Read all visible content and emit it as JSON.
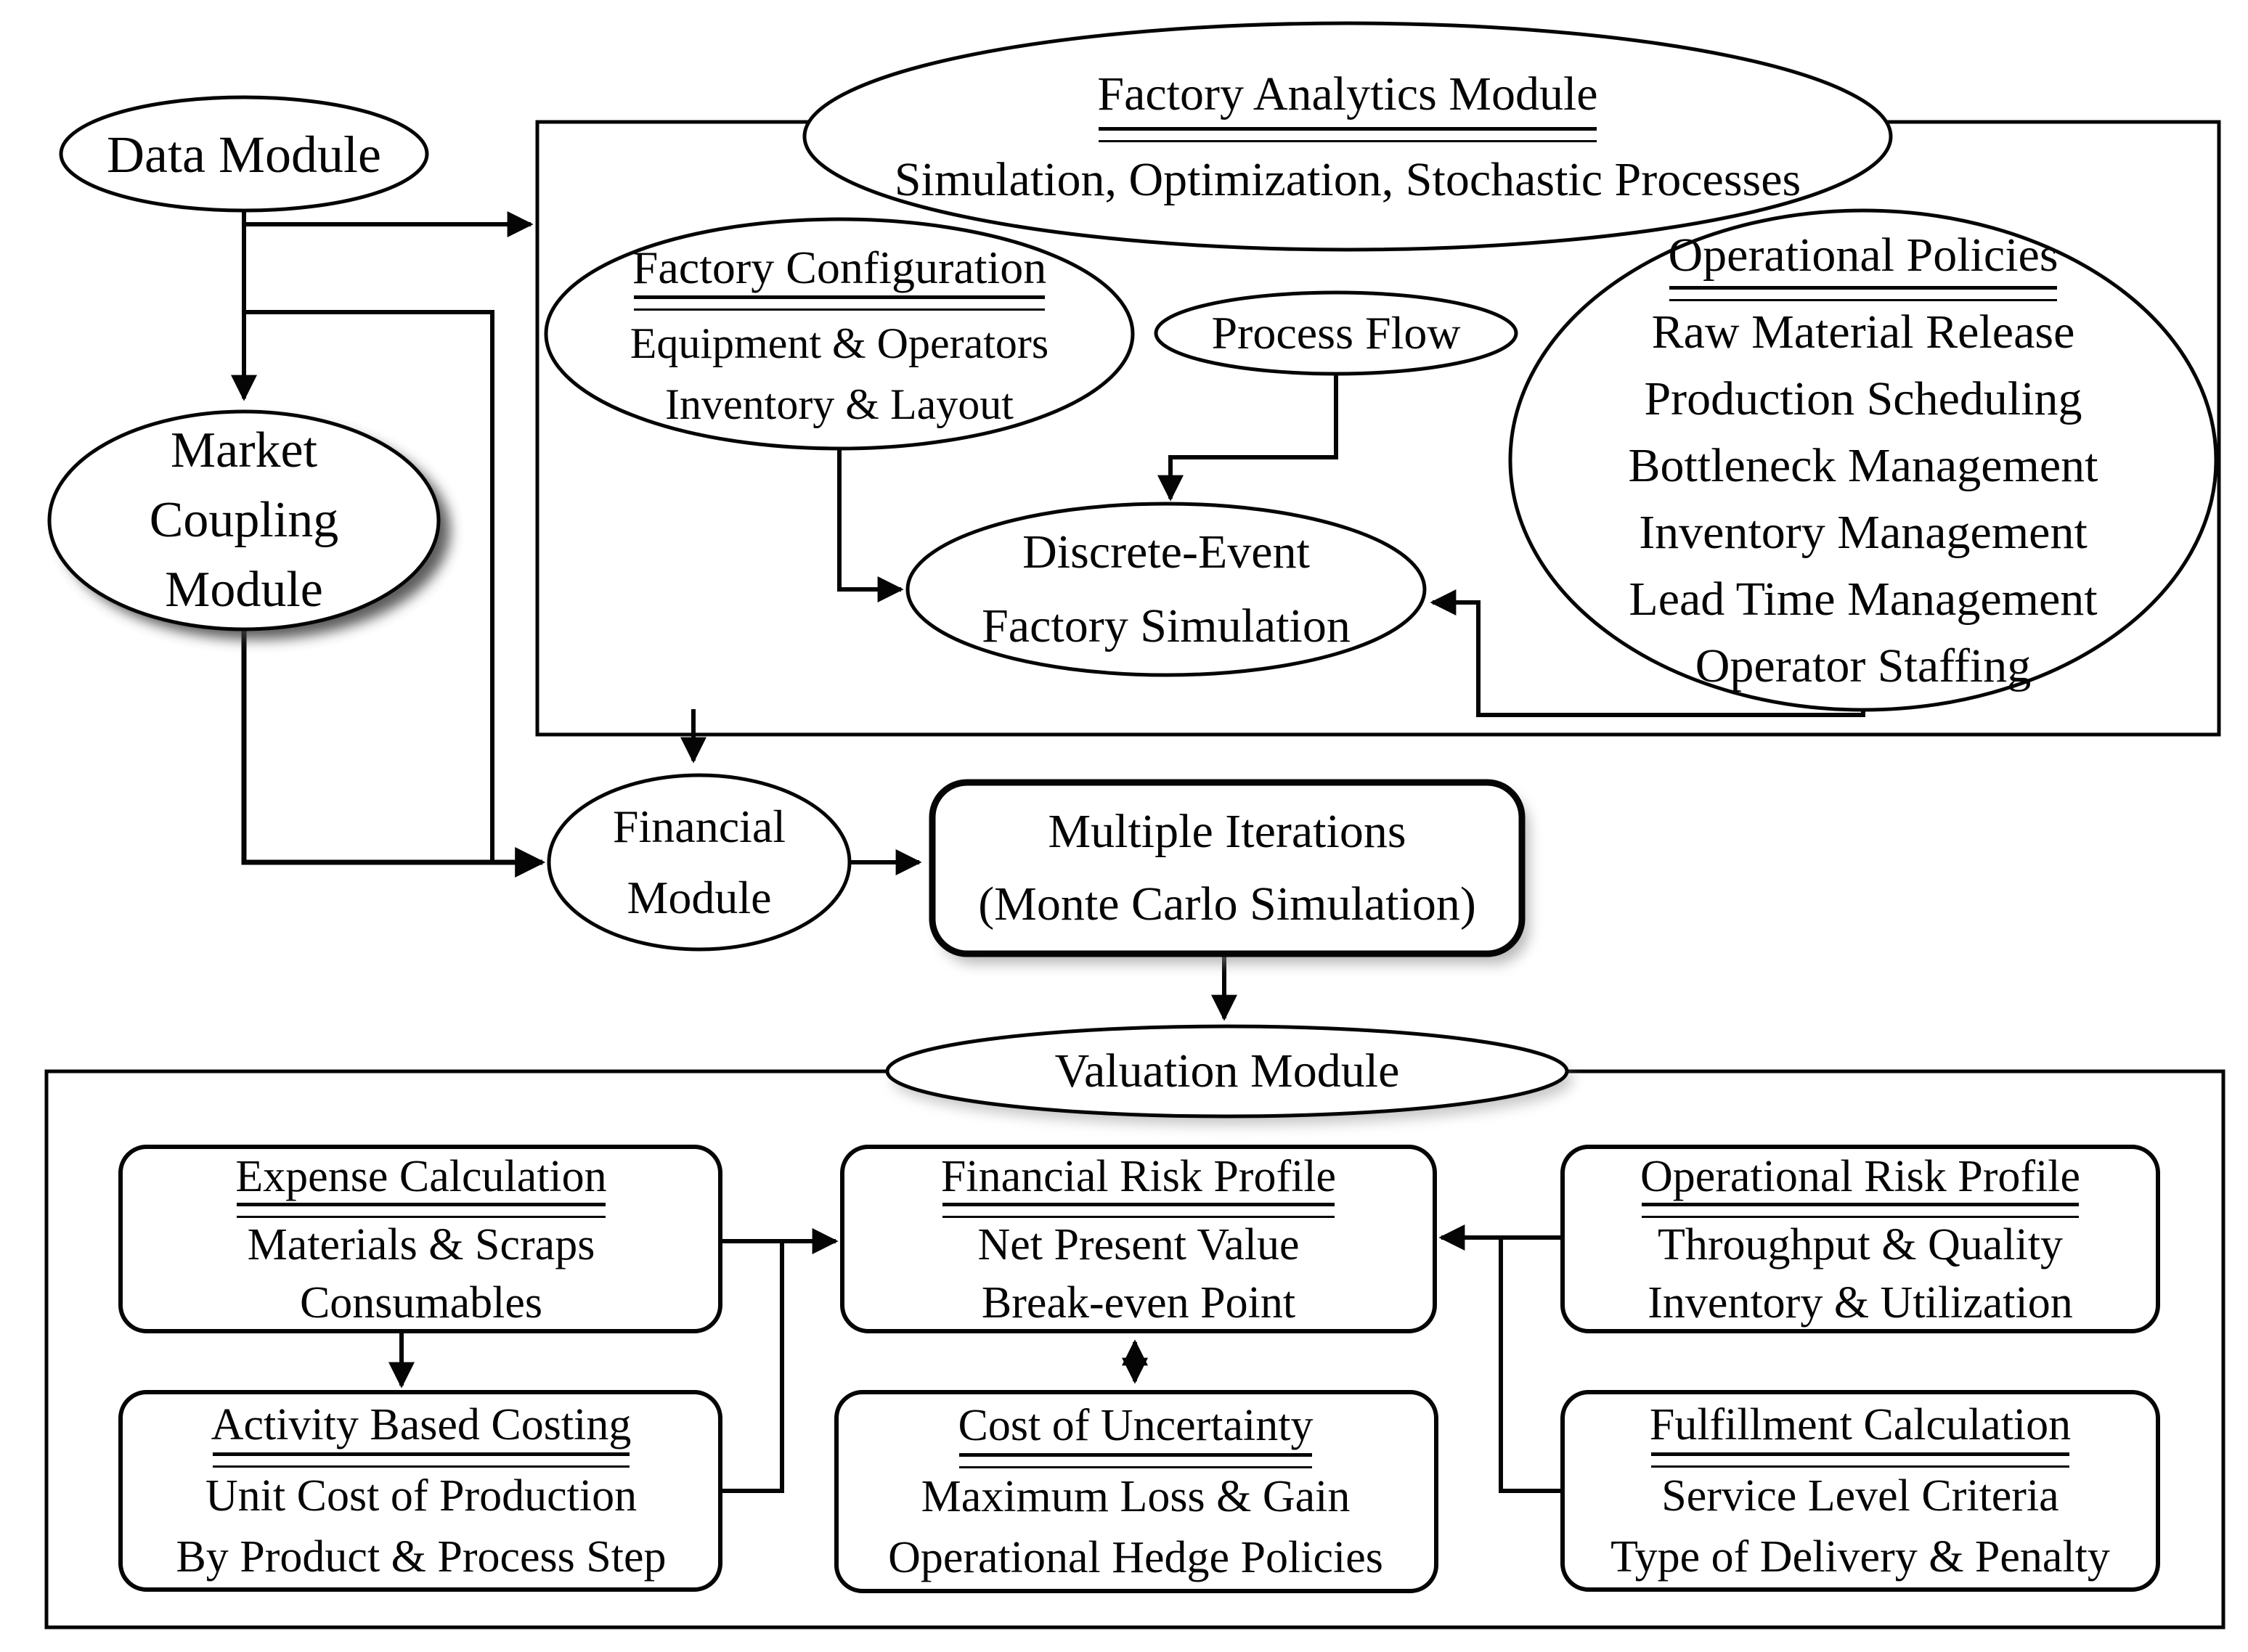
{
  "diagram": {
    "type": "flowchart",
    "colors": {
      "background": "#ffffff",
      "stroke": "#050505",
      "shadow": "#4a4a4a"
    },
    "nodes": {
      "data_module": {
        "label": "Data Module"
      },
      "factory_analytics": {
        "title": "Factory Analytics Module",
        "subtitle": "Simulation, Optimization, Stochastic Processes"
      },
      "factory_configuration": {
        "title": "Factory Configuration",
        "line1": "Equipment & Operators",
        "line2": "Inventory & Layout"
      },
      "process_flow": {
        "label": "Process Flow"
      },
      "operational_policies": {
        "title": "Operational Policies",
        "line1": "Raw Material Release",
        "line2": "Production Scheduling",
        "line3": "Bottleneck Management",
        "line4": "Inventory Management",
        "line5": "Lead Time Management",
        "line6": "Operator Staffing"
      },
      "market_coupling": {
        "line1": "Market",
        "line2": "Coupling",
        "line3": "Module"
      },
      "discrete_event": {
        "line1": "Discrete-Event",
        "line2": "Factory Simulation"
      },
      "financial_module": {
        "line1": "Financial",
        "line2": "Module"
      },
      "multiple_iterations": {
        "line1": "Multiple Iterations",
        "line2": "(Monte Carlo Simulation)"
      },
      "valuation_module": {
        "label": "Valuation Module"
      },
      "expense_calculation": {
        "title": "Expense Calculation",
        "line1": "Materials & Scraps",
        "line2": "Consumables"
      },
      "financial_risk_profile": {
        "title": "Financial Risk Profile",
        "line1": "Net Present Value",
        "line2": "Break-even Point"
      },
      "operational_risk_profile": {
        "title": "Operational Risk Profile",
        "line1": "Throughput & Quality",
        "line2": "Inventory & Utilization"
      },
      "activity_based_costing": {
        "title": "Activity Based Costing",
        "line1": "Unit Cost of Production",
        "line2": "By Product & Process Step"
      },
      "cost_of_uncertainty": {
        "title": "Cost of Uncertainty",
        "line1": "Maximum Loss & Gain",
        "line2": "Operational Hedge Policies"
      },
      "fulfillment_calculation": {
        "title": "Fulfillment Calculation",
        "line1": "Service Level Criteria",
        "line2": "Type of Delivery & Penalty"
      }
    }
  }
}
